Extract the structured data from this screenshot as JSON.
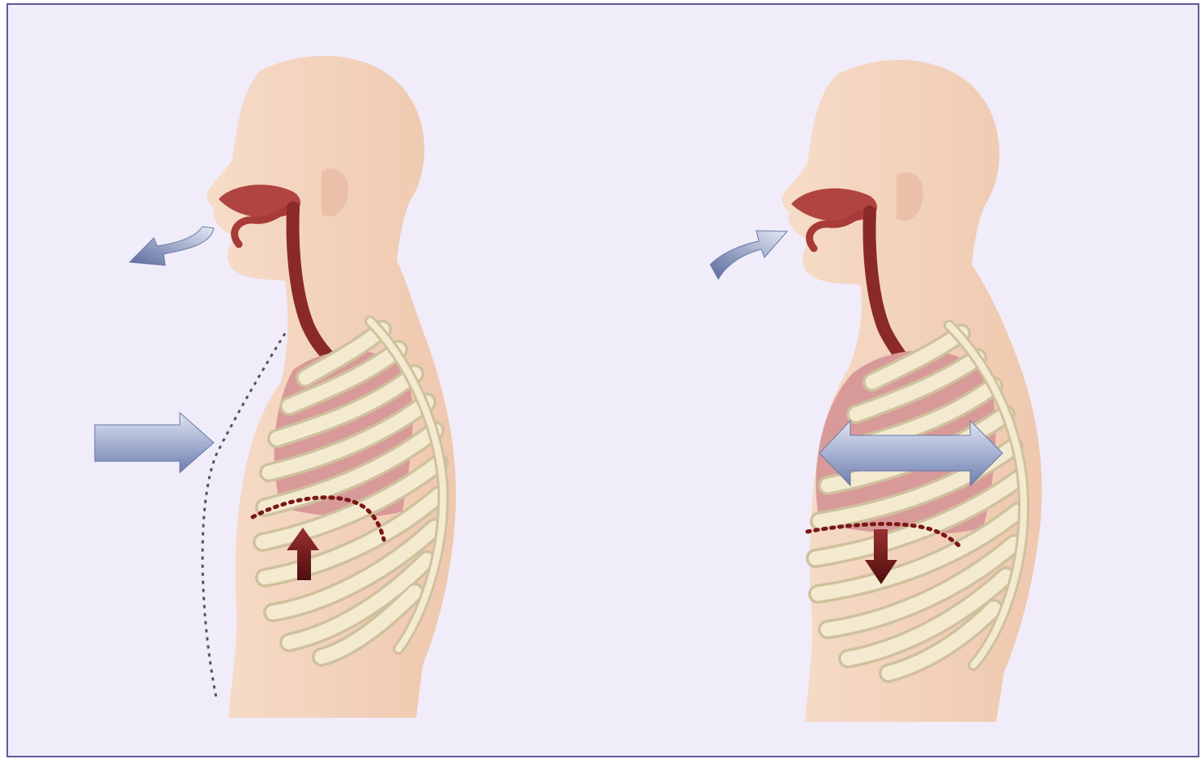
{
  "colors": {
    "background": "#f0ecfa",
    "frame_border": "#5a5a9a",
    "skin": "#f2d2bc",
    "skin_shadow": "#e9bfa6",
    "airway": "#a83a38",
    "airway_dark": "#7e1f1f",
    "lung": "#d89a98",
    "rib": "#f3ead0",
    "rib_outline": "#cfc19d",
    "air_arrow": "#8f9cc4",
    "air_arrow_dark": "#4f5f92",
    "muscle_arrow": "#6e1a1a",
    "diaphragm_line": "#7a1717",
    "wall_line": "#555555"
  },
  "panels": [
    {
      "phase": "exhalation",
      "icons": [
        "air-out-arrow",
        "chest-inward-arrow",
        "diaphragm-up-arrow"
      ]
    },
    {
      "phase": "inhalation",
      "icons": [
        "air-in-arrow",
        "chest-expand-double-arrow",
        "diaphragm-down-arrow"
      ]
    }
  ]
}
